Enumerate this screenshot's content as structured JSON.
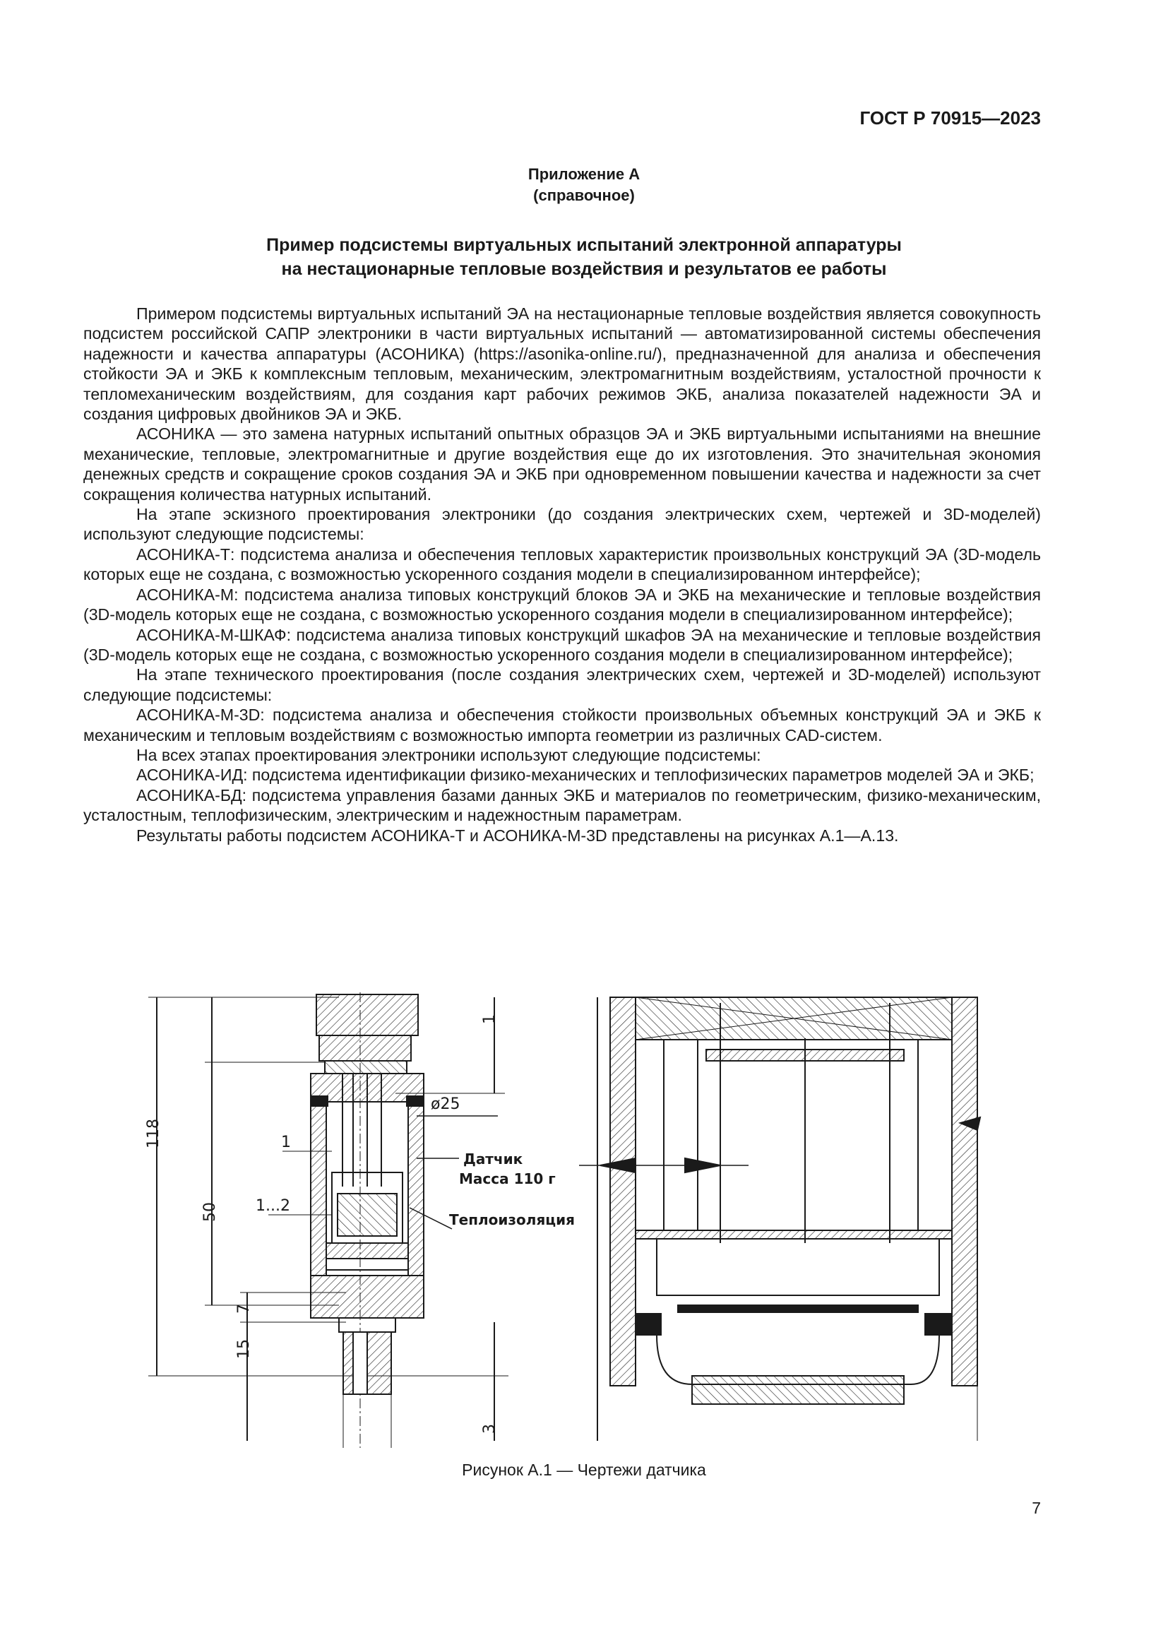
{
  "header": {
    "standard_code": "ГОСТ Р 70915—2023"
  },
  "appendix": {
    "label": "Приложение А",
    "status": "(справочное)"
  },
  "title": {
    "line1": "Пример подсистемы виртуальных испытаний электронной аппаратуры",
    "line2": "на нестационарные тепловые воздействия и результатов ее работы"
  },
  "paragraphs": [
    "Примером подсистемы виртуальных испытаний ЭА на нестационарные тепловые воздействия является совокупность подсистем российской САПР электроники в части виртуальных испытаний — автоматизированной системы обеспечения надежности и качества аппаратуры (АСОНИКА) (https://asonika-online.ru/), предназначенной для анализа и обеспечения стойкости ЭА и ЭКБ к комплексным тепловым, механическим, электромагнитным воздействиям, усталостной прочности к тепломеханическим воздействиям, для создания карт рабочих режимов ЭКБ, анализа показателей надежности ЭА и создания цифровых двойников ЭА и ЭКБ.",
    "АСОНИКА — это замена натурных испытаний опытных образцов ЭА и ЭКБ виртуальными испытаниями на внешние механические, тепловые, электромагнитные и другие воздействия еще до их изготовления. Это значительная экономия денежных средств и сокращение сроков создания ЭА и ЭКБ при одновременном повышении качества и надежности за счет сокращения количества натурных испытаний.",
    "На этапе эскизного проектирования электроники (до создания электрических схем, чертежей и 3D-моделей) используют следующие подсистемы:",
    "АСОНИКА-Т: подсистема анализа и обеспечения тепловых характеристик произвольных конструкций ЭА (3D-модель которых еще не создана, с возможностью ускоренного создания модели в специализированном интерфейсе);",
    "АСОНИКА-М: подсистема анализа типовых конструкций блоков ЭА и ЭКБ на механические и тепловые воздействия (3D-модель которых еще не создана, с возможностью ускоренного создания модели в специализированном интерфейсе);",
    "АСОНИКА-М-ШКАФ: подсистема анализа типовых конструкций шкафов ЭА на механические и тепловые воздействия (3D-модель которых еще не создана, с возможностью ускоренного создания модели в специализированном интерфейсе);",
    "На этапе технического проектирования (после создания электрических схем, чертежей и 3D-моделей) используют следующие подсистемы:",
    "АСОНИКА-М-3D: подсистема анализа и обеспечения стойкости произвольных объемных конструкций ЭА и ЭКБ к механическим и тепловым воздействиям с возможностью импорта геометрии из различных CAD-систем.",
    "На всех этапах проектирования электроники используют следующие подсистемы:",
    "АСОНИКА-ИД: подсистема идентификации физико-механических и теплофизических параметров моделей ЭА и ЭКБ;",
    "АСОНИКА-БД: подсистема управления базами данных ЭКБ и материалов по геометрическим, физико-механическим, усталостным, теплофизическим, электрическим и надежностным параметрам.",
    "Результаты работы подсистем АСОНИКА-Т и АСОНИКА-М-3D представлены на рисунках А.1—А.13."
  ],
  "figure": {
    "dimensions": {
      "height_total": "118",
      "height_body": "50",
      "wall": "1",
      "gap": "1...2",
      "diameter": "ø25",
      "segment_a": "7",
      "segment_b": "15",
      "segment_c": "3",
      "top_mark": "1"
    },
    "labels": {
      "sensor": "Датчик",
      "mass": "Масса 110 г",
      "insulation": "Теплоизоляция"
    },
    "caption": "Рисунок А.1 — Чертежи датчика"
  },
  "footer": {
    "page_number": "7"
  }
}
